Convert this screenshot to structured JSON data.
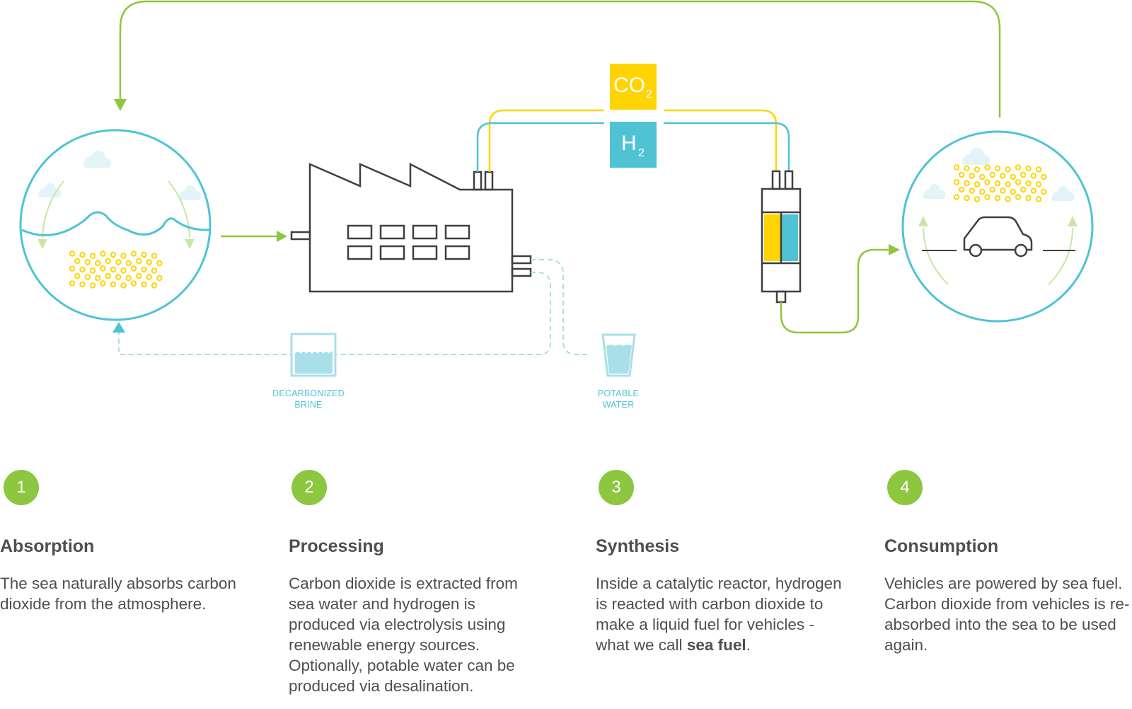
{
  "diagram": {
    "co2": {
      "main": "CO",
      "sub": "2"
    },
    "h2": {
      "main": "H",
      "sub": "2"
    },
    "brine_label": [
      "DECARBONIZED",
      "BRINE"
    ],
    "water_label": [
      "POTABLE",
      "WATER"
    ]
  },
  "steps": [
    {
      "number": "1",
      "title": "Absorption",
      "desc": "The sea naturally absorbs carbon dioxide from the atmosphere.",
      "desc_bold": ""
    },
    {
      "number": "2",
      "title": "Processing",
      "desc": "Carbon dioxide is extracted from sea water and hydrogen is produced via electrolysis using renewable energy sources. Optionally, potable water can be produced via desalination.",
      "desc_bold": ""
    },
    {
      "number": "3",
      "title": "Synthesis",
      "desc": "Inside a catalytic reactor, hydrogen is reacted with carbon dioxide to make a liquid fuel for vehicles - what we call ",
      "desc_bold": "sea fuel",
      "desc_end": "."
    },
    {
      "number": "4",
      "title": "Consumption",
      "desc": "Vehicles are powered by sea fuel. Carbon dioxide from vehicles is re-absorbed into the sea to be used again.",
      "desc_bold": ""
    }
  ],
  "colors": {
    "green": "#8dc63f",
    "cyan": "#4fc3d4",
    "yellow": "#ffd400",
    "dark": "#4f4f4f",
    "light_blue": "#a8dfe8"
  }
}
